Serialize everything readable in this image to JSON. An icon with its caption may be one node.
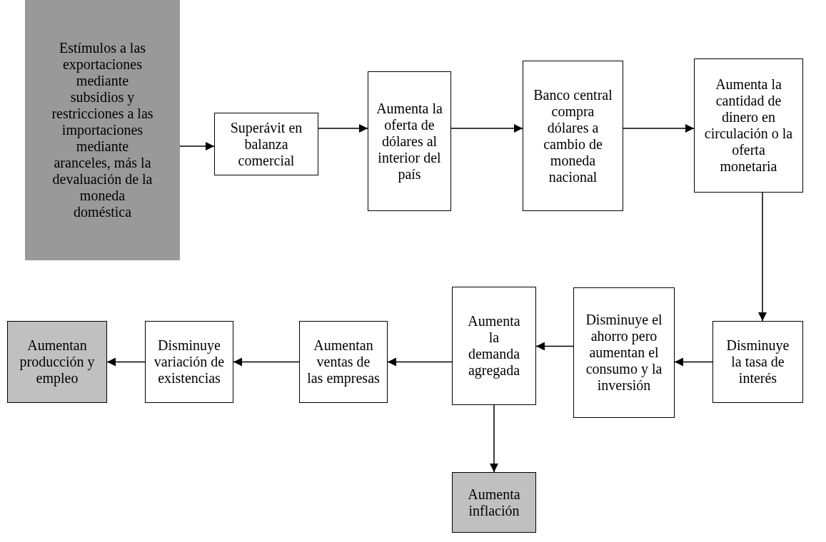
{
  "diagram": {
    "nodes": [
      {
        "text": [
          "Estímulos a las exportaciones mediante subsidios y restricciones a las importaciones mediante aranceles, más la devaluación de la moneda doméstica"
        ]
      },
      {
        "text": [
          "Superávit en balanza comercial"
        ]
      },
      {
        "text": [
          "Aumenta la oferta de dólares al interior del país"
        ]
      },
      {
        "text": [
          "Banco central compra dólares a cambio de moneda nacional"
        ]
      },
      {
        "text": [
          "Aumenta la cantidad de dinero en circulación o la oferta monetaria"
        ]
      },
      {
        "text": [
          "Disminuye la tasa de interés"
        ]
      },
      {
        "text": [
          "Disminuye el ahorro pero aumentan el consumo y la inversión"
        ]
      },
      {
        "text": [
          "Aumenta la demanda agregada"
        ]
      },
      {
        "text": [
          "Aumentan ventas de las empresas"
        ]
      },
      {
        "text": [
          "Disminuye variación de existencias"
        ]
      },
      {
        "text": [
          "Aumentan producción y empleo"
        ]
      },
      {
        "text": [
          "Aumenta inflación"
        ]
      }
    ],
    "edges": [
      {
        "from": 0,
        "to": 1,
        "arrow": "to"
      },
      {
        "from": 1,
        "to": 2,
        "arrow": "to"
      },
      {
        "from": 2,
        "to": 3,
        "arrow": "to"
      },
      {
        "from": 3,
        "to": 4,
        "arrow": "to"
      },
      {
        "from": 4,
        "to": 5,
        "arrow": "to"
      },
      {
        "from": 5,
        "to": 6,
        "arrow": "to"
      },
      {
        "from": 6,
        "to": 7,
        "arrow": "to"
      },
      {
        "from": 7,
        "to": 8,
        "arrow": "to"
      },
      {
        "from": 8,
        "to": 9,
        "arrow": "to"
      },
      {
        "from": 9,
        "to": 10,
        "arrow": "to"
      },
      {
        "from": 7,
        "to": 11,
        "arrow": "to"
      }
    ]
  }
}
